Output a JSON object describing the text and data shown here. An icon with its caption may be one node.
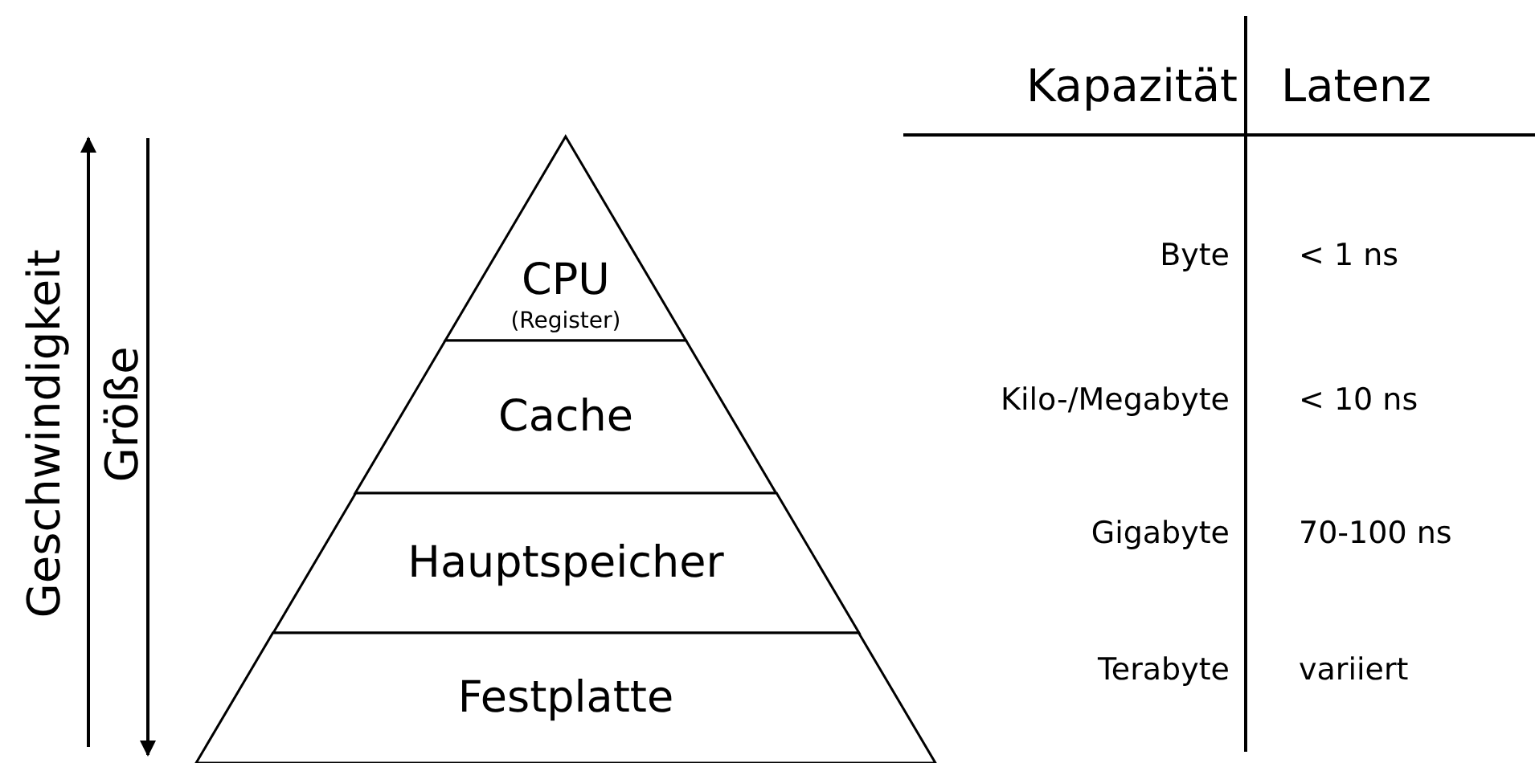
{
  "diagram": {
    "nodes": [
      {
        "text": [
          "CPU",
          "(Register)"
        ]
      },
      {
        "text": [
          "Cache"
        ]
      },
      {
        "text": [
          "Hauptspeicher"
        ]
      },
      {
        "text": [
          "Festplatte"
        ]
      }
    ],
    "labels": [
      "Geschwindigkeit",
      "Größe",
      "Kapazität",
      "Latenz",
      "Byte",
      "< 1 ns",
      "Kilo-/Megabyte",
      "< 10 ns",
      "Gigabyte",
      "70-100 ns",
      "Terabyte",
      "variiert"
    ]
  }
}
